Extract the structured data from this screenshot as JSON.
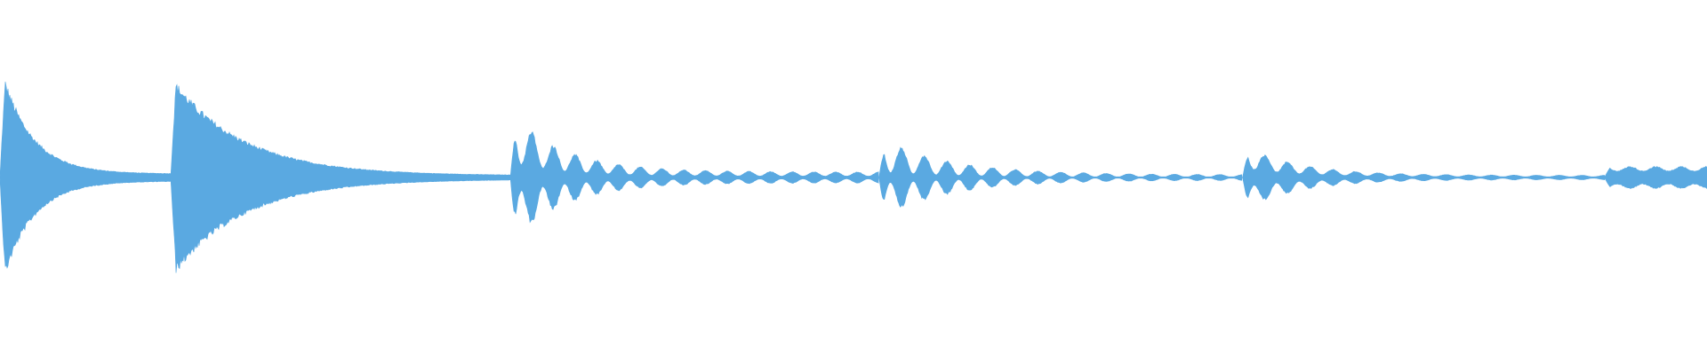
{
  "waveform": {
    "color": "#5aa9e1",
    "background": "#ffffff",
    "duration_fraction_start": 0,
    "duration_fraction_end": 1,
    "segments": [
      {
        "kind": "decay",
        "start": 0.0,
        "end": 0.1,
        "peak": 0.62,
        "floor": 0.02,
        "rate": 2.6,
        "tremolo_count": 0,
        "tremolo_depth": 0
      },
      {
        "kind": "decay",
        "start": 0.1,
        "end": 0.299,
        "peak": 0.55,
        "floor": 0.01,
        "rate": 2.2,
        "tremolo_count": 0,
        "tremolo_depth": 0
      },
      {
        "kind": "tremolo_decay",
        "start": 0.299,
        "end": 0.515,
        "peak": 0.36,
        "floor": 0.03,
        "rate": 3.2,
        "tremolo_count": 17,
        "tremolo_depth": 0.75
      },
      {
        "kind": "tremolo_decay",
        "start": 0.515,
        "end": 0.728,
        "peak": 0.22,
        "floor": 0.015,
        "rate": 2.4,
        "tremolo_count": 16,
        "tremolo_depth": 0.85
      },
      {
        "kind": "tremolo_decay",
        "start": 0.728,
        "end": 0.94,
        "peak": 0.18,
        "floor": 0.012,
        "rate": 3.0,
        "tremolo_count": 16,
        "tremolo_depth": 0.7
      },
      {
        "kind": "tremolo_flat",
        "start": 0.94,
        "end": 1.0,
        "peak": 0.07,
        "floor": 0.06,
        "rate": 0,
        "tremolo_count": 4,
        "tremolo_depth": 0.4
      }
    ]
  }
}
